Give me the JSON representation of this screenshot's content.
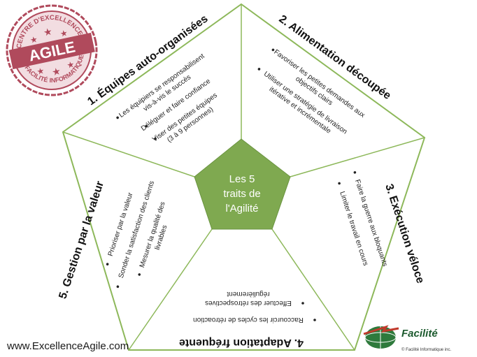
{
  "center": {
    "line1": "Les 5",
    "line2": "traits de",
    "line3": "l'Agilité"
  },
  "segments": [
    {
      "title": "1. Équipes auto-organisées",
      "bullets": [
        "Les équipiers se responsabilisent",
        "vis-à-vis le succès",
        "Déléguer et faire confiance",
        "Viser des petites équipes",
        "(3 à 9 personnes)"
      ]
    },
    {
      "title": "2. Alimentation découpée",
      "bullets": [
        "Favoriser les petites demandes aux",
        "objectifs clairs",
        "Utiliser une stratégie de livraison",
        "itérative et incrémentale"
      ]
    },
    {
      "title": "3. Exécution véloce",
      "bullets": [
        "Faire la guerre aux bloquants",
        "Limiter le travail en cours"
      ]
    },
    {
      "title": "4. Adaptation fréquente",
      "bullets": [
        "Raccourcir les cycles de rétroaction",
        "Effectuer des rétrospectives",
        "régulièrement"
      ]
    },
    {
      "title": "5. Gestion par la valeur",
      "bullets": [
        "Prioriser par la valeur",
        "Sonder la satisfaction des clients",
        "Mesurer la qualité des",
        "livrables"
      ]
    }
  ],
  "stamp": {
    "top": "CENTRE D'EXCELLENCE",
    "main": "AGILE",
    "bottom": "FACILITÉ INFORMATIQUE"
  },
  "footer": {
    "website": "www.ExcellenceAgile.com",
    "brand": "Facilité",
    "copyright": "© Facilité Informatique inc."
  },
  "colors": {
    "outline": "#8db85a",
    "center_fill": "#7fa950",
    "stamp": "#b04a5c"
  }
}
